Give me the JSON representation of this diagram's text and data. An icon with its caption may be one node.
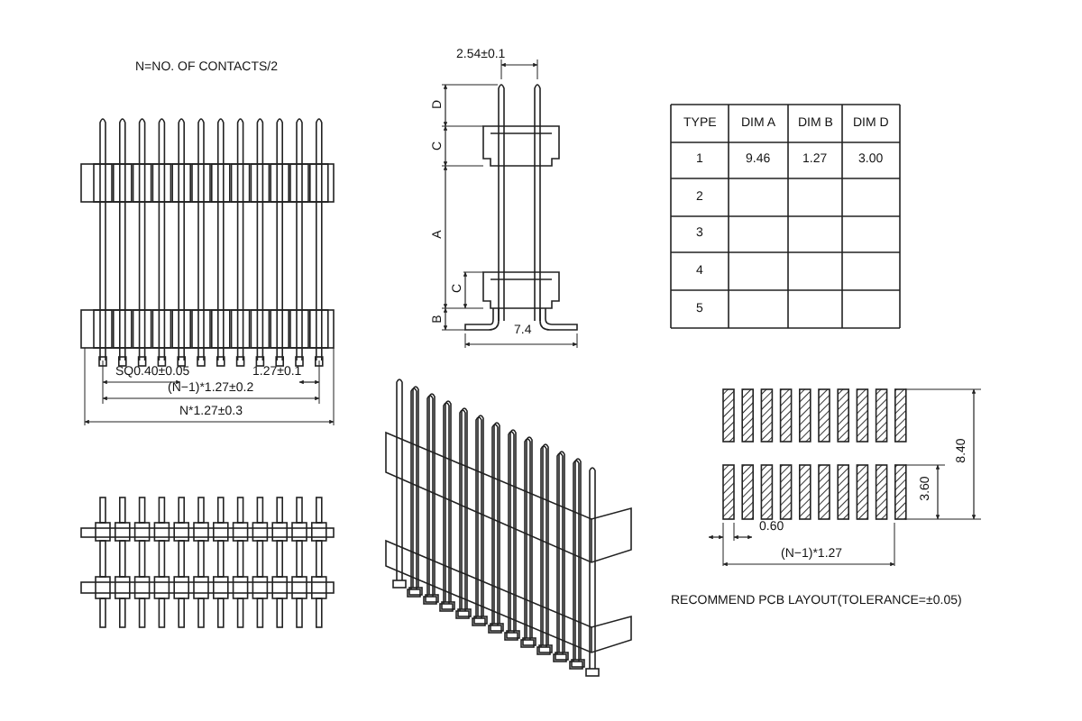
{
  "diagram": {
    "labels": [
      "N=NO. OF CONTACTS/2",
      "2.54±0.1",
      "D",
      "C",
      "A",
      "C",
      "B",
      "TYPE",
      "DIM A",
      "DIM B",
      "DIM D",
      "1",
      "9.46",
      "1.27",
      "3.00",
      "2",
      "3",
      "4",
      "5",
      "SQ0.40±0.05",
      "1.27±0.1",
      "(N−1)*1.27±0.2",
      "N*1.27±0.3",
      "7.4",
      "8.40",
      "3.60",
      "0.60",
      "(N−1)*1.27",
      "RECOMMEND PCB LAYOUT(TOLERANCE=±0.05)"
    ]
  }
}
